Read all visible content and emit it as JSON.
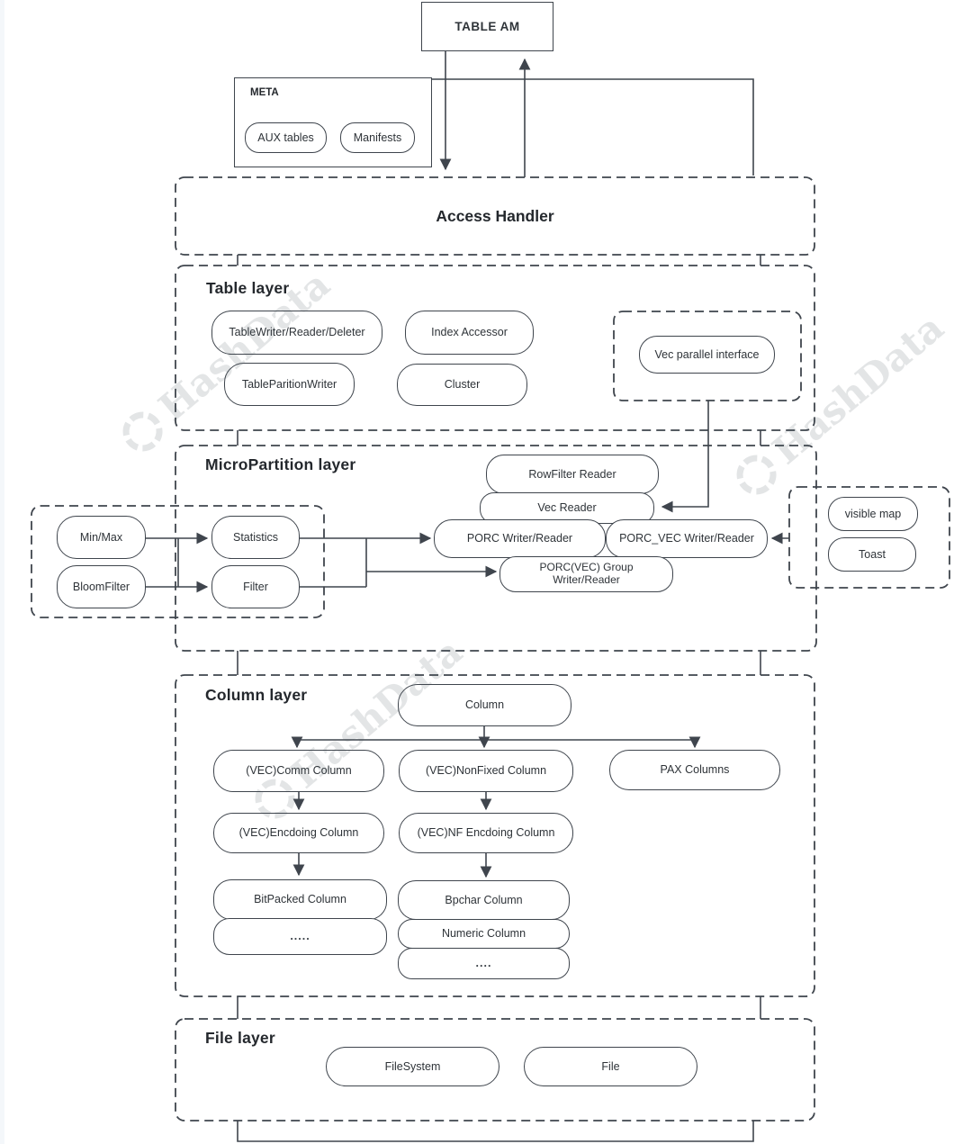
{
  "diagram": {
    "table_am": {
      "label": "TABLE AM"
    },
    "meta": {
      "label": "META",
      "aux_tables": "AUX tables",
      "manifests": "Manifests"
    },
    "access_handler": {
      "label": "Access Handler"
    },
    "table_layer": {
      "title": "Table layer",
      "table_writer": "TableWriter/Reader/Deleter",
      "index_accessor": "Index Accessor",
      "table_parition_writer": "TableParitionWriter",
      "cluster": "Cluster"
    },
    "vec_parallel": {
      "label": "Vec parallel interface"
    },
    "micropartition_layer": {
      "title": "MicroPartition layer",
      "rowfilter_reader": "RowFilter Reader",
      "vec_reader": "Vec Reader",
      "porc_writer_reader": "PORC Writer/Reader",
      "porc_vec_writer_reader": "PORC_VEC Writer/Reader",
      "porc_group_line1": "PORC(VEC) Group",
      "porc_group_line2": "Writer/Reader"
    },
    "stats_group": {
      "min_max": "Min/Max",
      "bloom_filter": "BloomFilter",
      "statistics": "Statistics",
      "filter": "Filter"
    },
    "side_group": {
      "visible_map": "visible map",
      "toast": "Toast"
    },
    "column_layer": {
      "title": "Column layer",
      "column": "Column",
      "vec_comm_column": "(VEC)Comm Column",
      "vec_nonfixed_column": "(VEC)NonFixed Column",
      "pax_columns": "PAX Columns",
      "vec_encdoing_column": "(VEC)Encdoing Column",
      "vec_nf_encdoing_column": "(VEC)NF Encdoing Column",
      "bitpacked_column": "BitPacked Column",
      "ellipsis_five": ".....",
      "bpchar_column": "Bpchar Column",
      "numeric_column": "Numeric Column",
      "ellipsis_four": "...."
    },
    "file_layer": {
      "title": "File layer",
      "filesystem": "FileSystem",
      "file": "File"
    },
    "watermark": {
      "text": "HashData"
    },
    "colors": {
      "line": "#3f454d",
      "text": "#2b3036",
      "watermark_alpha": "rgba(70,80,90,0.15)"
    }
  }
}
